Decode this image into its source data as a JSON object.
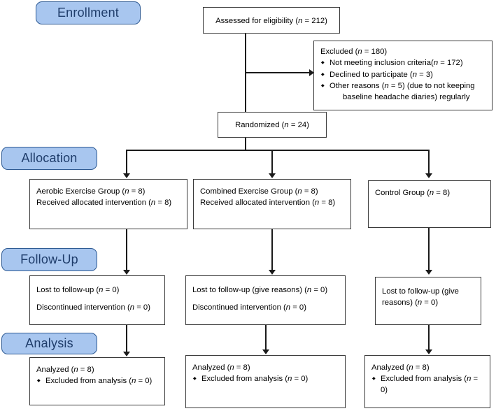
{
  "diagram": {
    "title": "CONSORT participant flow diagram",
    "accent_color": "#a8c6ef",
    "accent_border_color": "#2e5a93",
    "accent_text_color": "#1f3d6b",
    "line_color": "#1a1a1a",
    "box_border_color": "#3a3a3a"
  },
  "stages": [
    {
      "key": "enrollment",
      "label": "Enrollment"
    },
    {
      "key": "allocation",
      "label": "Allocation"
    },
    {
      "key": "followup",
      "label": "Follow-Up"
    },
    {
      "key": "analysis",
      "label": "Analysis"
    }
  ],
  "enrollment": {
    "assessed": "Assessed for eligibility (n = 212)",
    "excluded_title": "Excluded (n = 180)",
    "excluded_reasons": [
      "Not meeting inclusion criteria(n = 172)",
      "Declined to participate (n = 3)",
      "Other reasons (n = 5) (due to not keeping baseline headache diaries) regularly"
    ],
    "excluded_reason_3_line1": "Other reasons (n = 5) (due to not keeping",
    "excluded_reason_3_line2": "baseline headache diaries) regularly",
    "randomized": "Randomized (n = 24)"
  },
  "allocation": [
    {
      "key": "aerobic",
      "line1": "Aerobic Exercise Group (n = 8)",
      "line2": "Received allocated intervention (n = 8)"
    },
    {
      "key": "combined",
      "line1": "Combined Exercise Group (n = 8)",
      "line2": "Received allocated intervention (n = 8)"
    },
    {
      "key": "control",
      "line1": "Control Group (n = 8)",
      "line2": ""
    }
  ],
  "followup": [
    {
      "key": "aerobic",
      "line1": "Lost to follow-up (n = 0)",
      "line2": "Discontinued intervention (n = 0)"
    },
    {
      "key": "combined",
      "line1": "Lost to follow-up (give reasons) (n = 0)",
      "line2": "Discontinued intervention (n = 0)"
    },
    {
      "key": "control",
      "line1": "Lost to follow-up (give reasons) (n = 0)",
      "line2": ""
    }
  ],
  "analysis": [
    {
      "key": "aerobic",
      "line1": "Analyzed (n = 8)",
      "bullet": "Excluded from analysis (n = 0)"
    },
    {
      "key": "combined",
      "line1": "Analyzed (n = 8)",
      "bullet": "Excluded from analysis (n = 0)"
    },
    {
      "key": "control",
      "line1": "Analyzed (n = 8)",
      "bullet": "Excluded from analysis (n = 0)"
    }
  ]
}
